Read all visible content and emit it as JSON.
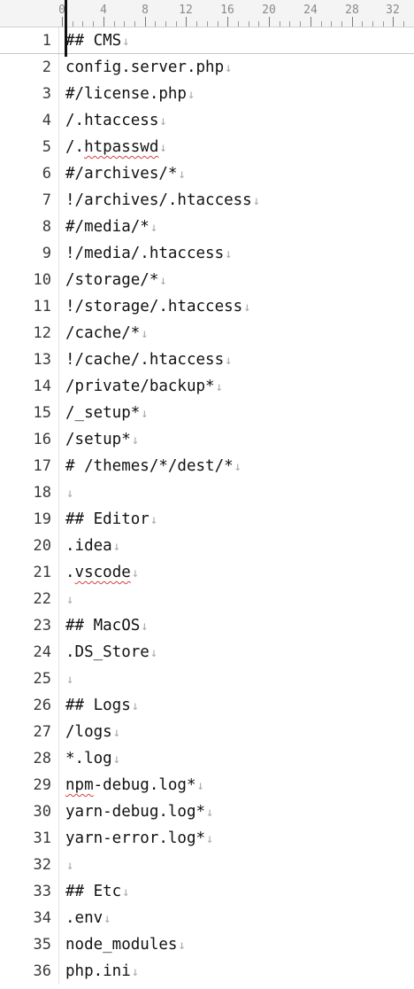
{
  "ruler": {
    "labels": [
      "0",
      "4",
      "8",
      "12",
      "16",
      "20",
      "24",
      "28",
      "32"
    ]
  },
  "eol_marker": "↓",
  "lines": [
    {
      "num": "1",
      "text": "## CMS"
    },
    {
      "num": "2",
      "text": "config.server.php"
    },
    {
      "num": "3",
      "text": "#/license.php"
    },
    {
      "num": "4",
      "text": "/.htaccess"
    },
    {
      "num": "5",
      "text": "/.htpasswd",
      "spell": [
        "htpasswd"
      ]
    },
    {
      "num": "6",
      "text": "#/archives/*"
    },
    {
      "num": "7",
      "text": "!/archives/.htaccess"
    },
    {
      "num": "8",
      "text": "#/media/*"
    },
    {
      "num": "9",
      "text": "!/media/.htaccess"
    },
    {
      "num": "10",
      "text": "/storage/*"
    },
    {
      "num": "11",
      "text": "!/storage/.htaccess"
    },
    {
      "num": "12",
      "text": "/cache/*"
    },
    {
      "num": "13",
      "text": "!/cache/.htaccess"
    },
    {
      "num": "14",
      "text": "/private/backup*"
    },
    {
      "num": "15",
      "text": "/_setup*"
    },
    {
      "num": "16",
      "text": "/setup*"
    },
    {
      "num": "17",
      "text": "# /themes/*/dest/*"
    },
    {
      "num": "18",
      "text": ""
    },
    {
      "num": "19",
      "text": "## Editor"
    },
    {
      "num": "20",
      "text": ".idea"
    },
    {
      "num": "21",
      "text": ".vscode",
      "spell": [
        "vscode"
      ]
    },
    {
      "num": "22",
      "text": ""
    },
    {
      "num": "23",
      "text": "## MacOS"
    },
    {
      "num": "24",
      "text": ".DS_Store"
    },
    {
      "num": "25",
      "text": ""
    },
    {
      "num": "26",
      "text": "## Logs"
    },
    {
      "num": "27",
      "text": "/logs"
    },
    {
      "num": "28",
      "text": "*.log"
    },
    {
      "num": "29",
      "text": "npm-debug.log*",
      "spell": [
        "npm"
      ]
    },
    {
      "num": "30",
      "text": "yarn-debug.log*"
    },
    {
      "num": "31",
      "text": "yarn-error.log*"
    },
    {
      "num": "32",
      "text": ""
    },
    {
      "num": "33",
      "text": "## Etc"
    },
    {
      "num": "34",
      "text": ".env"
    },
    {
      "num": "35",
      "text": "node_modules"
    },
    {
      "num": "36",
      "text": "php.ini"
    }
  ]
}
